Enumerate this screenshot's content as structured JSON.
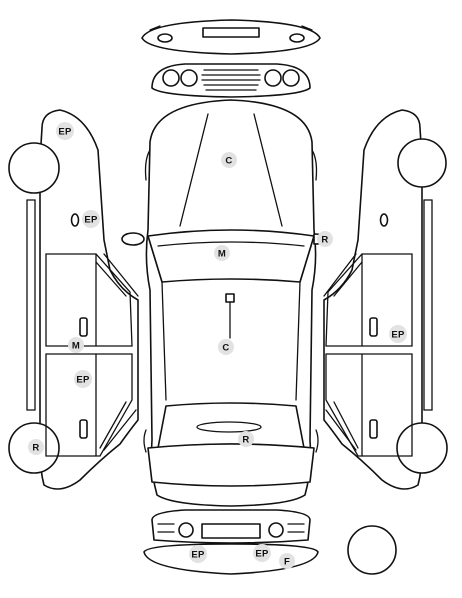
{
  "markers": {
    "hood_c": "C",
    "left_front_fender_ep": "EP",
    "left_fuel_door_ep": "EP",
    "left_front_door_m": "M",
    "left_rear_door_ep": "EP",
    "left_rear_wheel_r": "R",
    "windshield_m": "M",
    "right_mirror_r": "R",
    "roof_c": "C",
    "rear_window_r": "R",
    "right_door_ep": "EP",
    "rear_bumper_ep_left": "EP",
    "rear_bumper_ep_right": "EP",
    "rear_bumper_f": "F"
  }
}
